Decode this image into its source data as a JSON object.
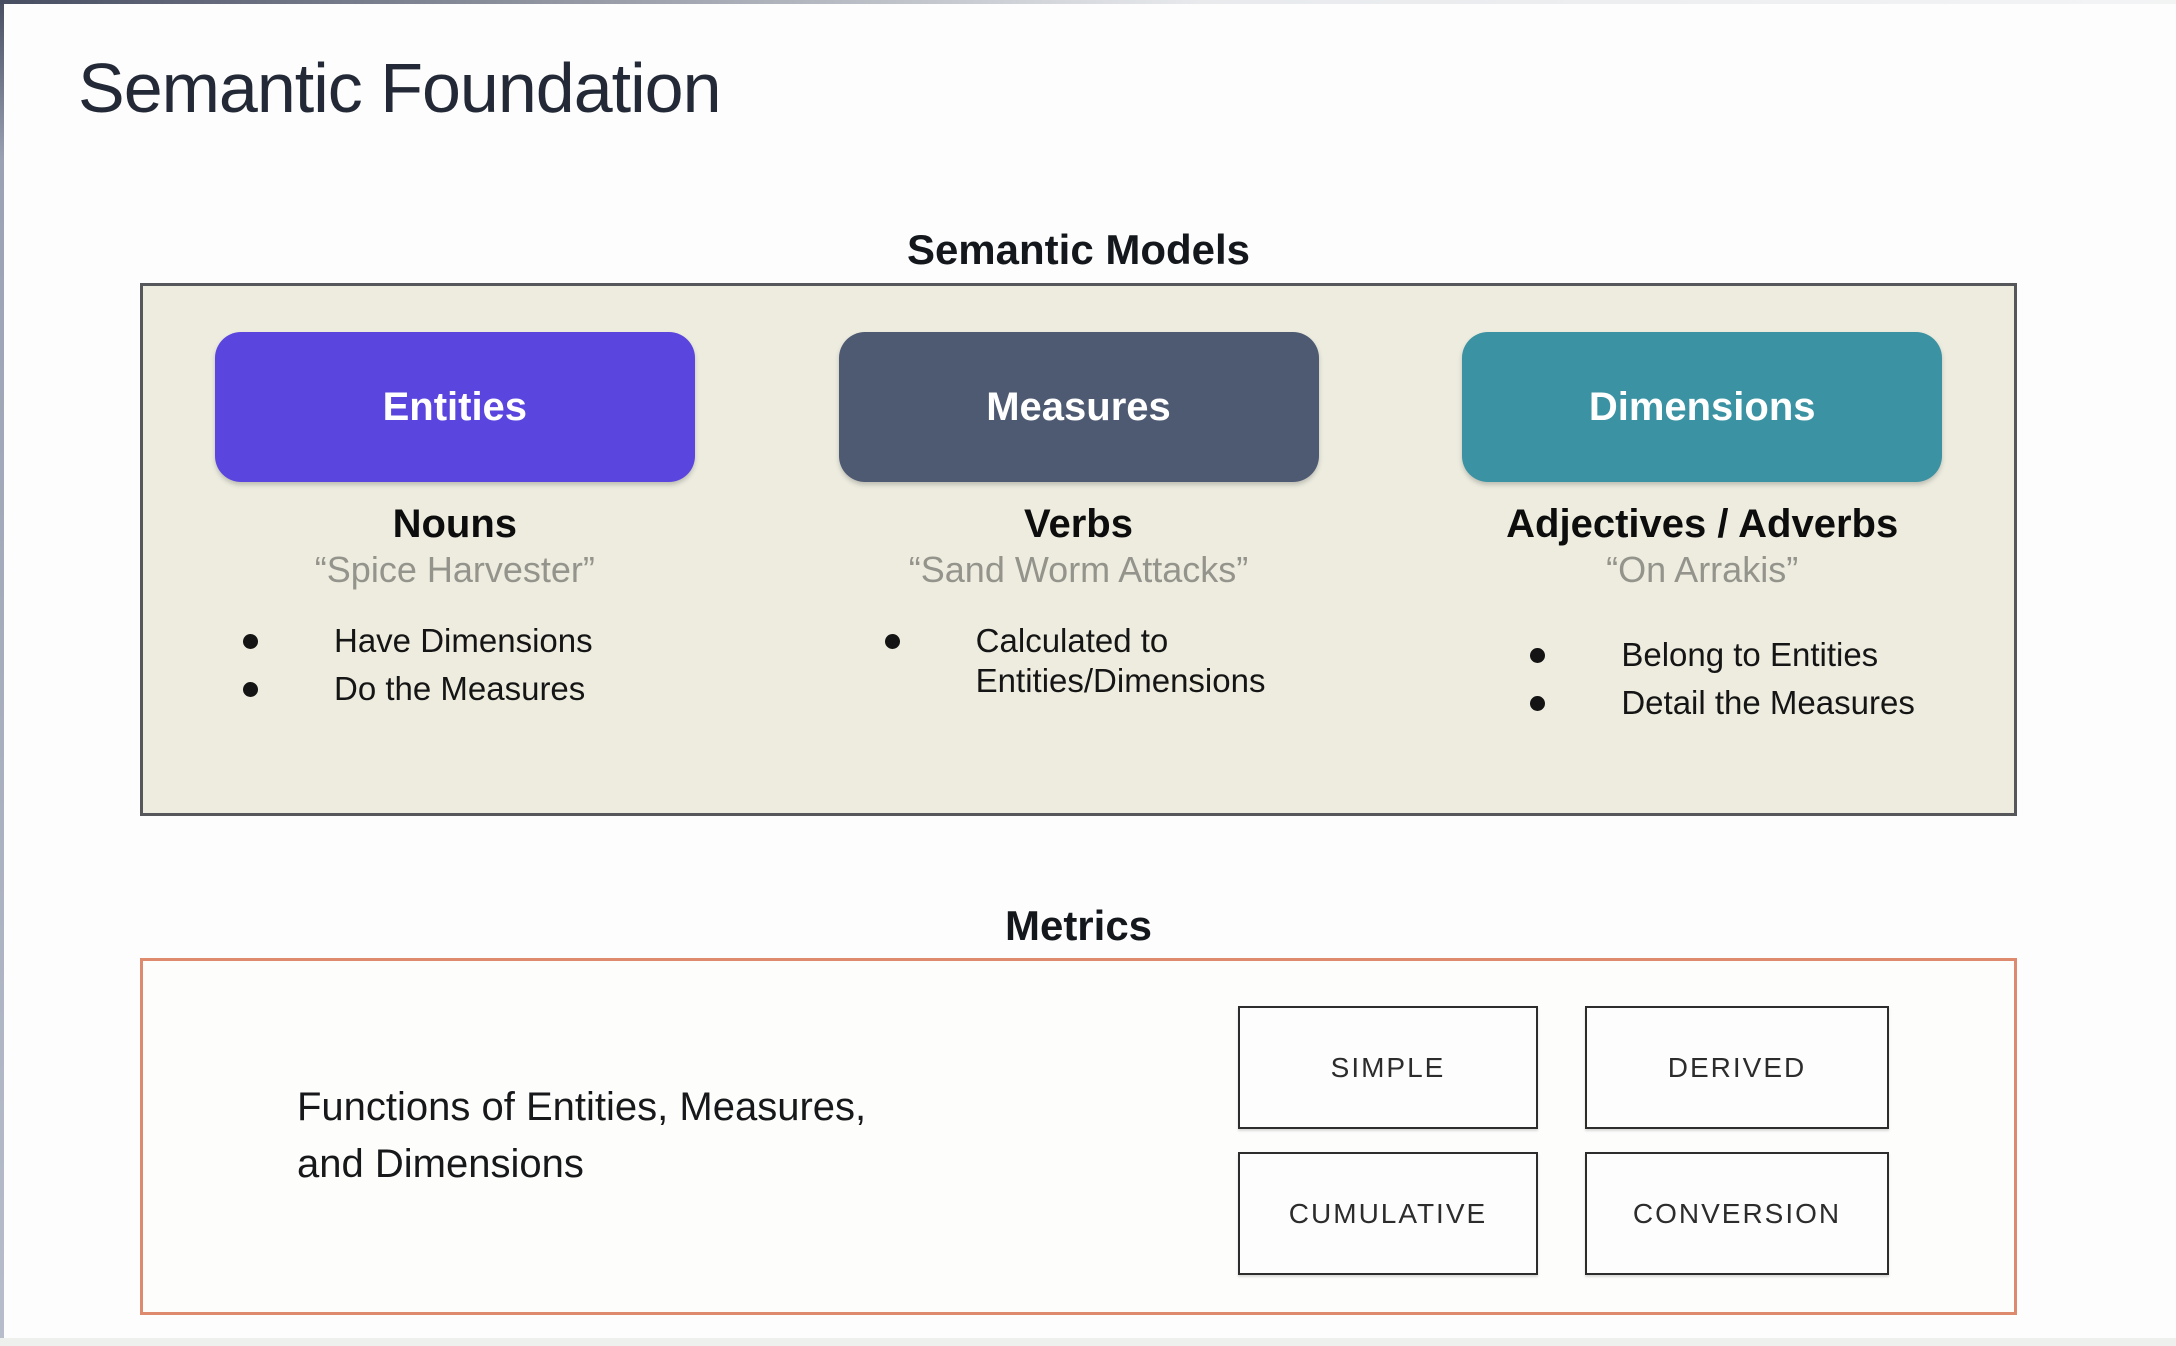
{
  "slide": {
    "title": "Semantic Foundation"
  },
  "semantic_models": {
    "heading": "Semantic Models",
    "panel_bg": "#edecdf",
    "columns": [
      {
        "name": "Entities",
        "color": "#5a46de",
        "part_of_speech": "Nouns",
        "example": "“Spice Harvester”",
        "bullets": [
          "Have Dimensions",
          "Do the Measures"
        ]
      },
      {
        "name": "Measures",
        "color": "#4e5a72",
        "part_of_speech": "Verbs",
        "example": "“Sand Worm Attacks”",
        "bullets": [
          "Calculated to Entities/Dimensions"
        ]
      },
      {
        "name": "Dimensions",
        "color": "#3b92a2",
        "part_of_speech": "Adjectives / Adverbs",
        "example": "“On Arrakis”",
        "bullets": [
          "Belong to Entities",
          "Detail the Measures"
        ]
      }
    ]
  },
  "metrics": {
    "heading": "Metrics",
    "border_color": "#dd8a6f",
    "description": [
      "Functions of Entities, Measures,",
      "and Dimensions"
    ],
    "types": [
      "SIMPLE",
      "DERIVED",
      "CUMULATIVE",
      "CONVERSION"
    ]
  }
}
